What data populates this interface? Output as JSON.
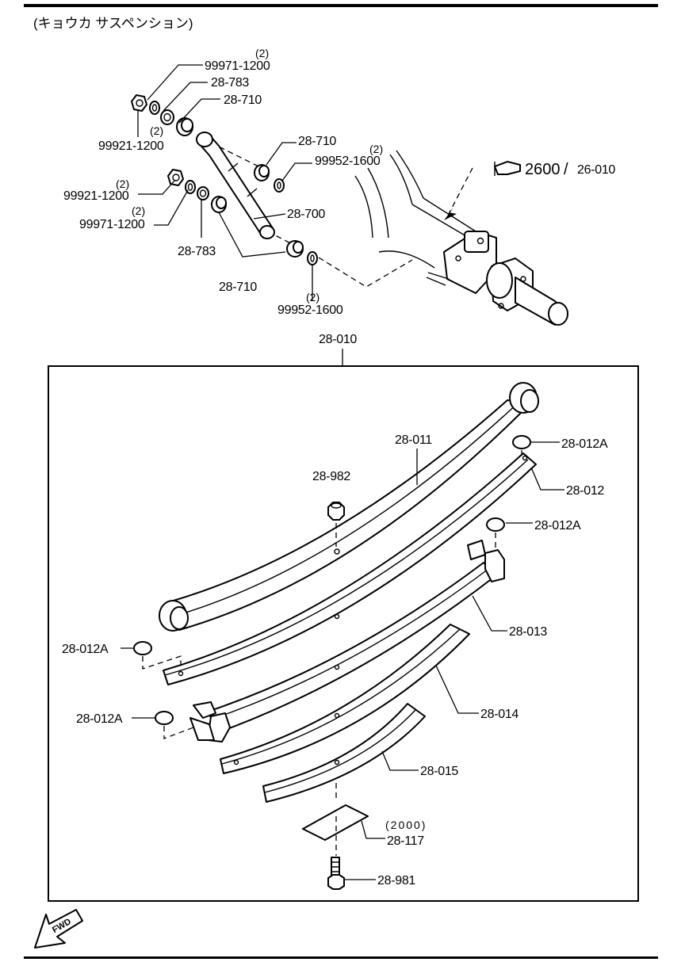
{
  "title": "(キョウカ サスペンション)",
  "reference": {
    "icon": "pointing-hand-icon",
    "main": "2600",
    "separator": "/",
    "sub": "26-010"
  },
  "assembly_label": "28-010",
  "fwd_label": "FWD",
  "labels": {
    "n99971_top": "99971-1200",
    "q99971_top": "(2)",
    "n28783_top": "28-783",
    "n28710_top": "28-710",
    "n99921_top": "99921-1200",
    "q99921_top": "(2)",
    "n28710_mid": "28-710",
    "n99952_top": "99952-1600",
    "q99952_top": "(2)",
    "n99921_mid": "99921-1200",
    "q99921_mid": "(2)",
    "n99971_mid": "99971-1200",
    "q99971_mid": "(2)",
    "n28700": "28-700",
    "n28783_bot": "28-783",
    "n28710_bot": "28-710",
    "n99952_bot": "99952-1600",
    "q99952_bot": "(2)",
    "n28011": "28-011",
    "n28012A_r1": "28-012A",
    "n28982": "28-982",
    "n28012": "28-012",
    "n28012A_r2": "28-012A",
    "n28013": "28-013",
    "n28012A_l1": "28-012A",
    "n28014": "28-014",
    "n28012A_l2": "28-012A",
    "n28015": "28-015",
    "q28117": "(2000)",
    "n28117": "28-117",
    "n28981": "28-981"
  }
}
